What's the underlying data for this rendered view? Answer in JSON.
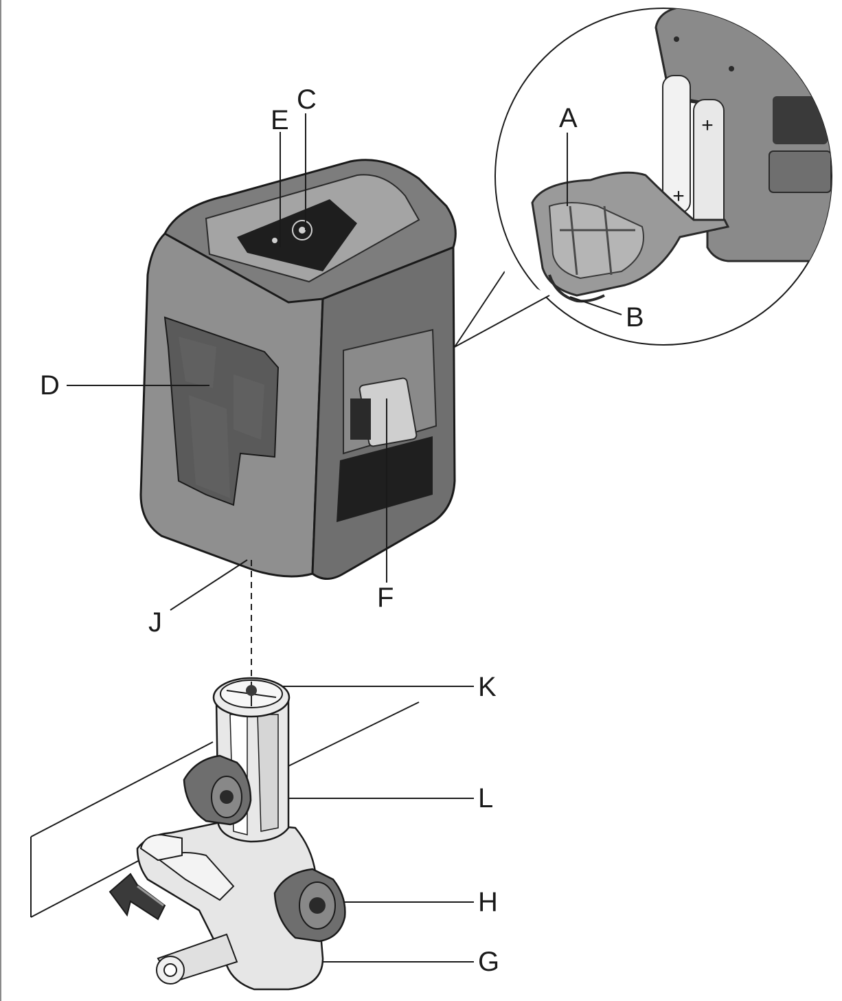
{
  "figure": {
    "callouts": {
      "A": "A",
      "B": "B",
      "C": "C",
      "D": "D",
      "E": "E",
      "F": "F",
      "G": "G",
      "H": "H",
      "J": "J",
      "K": "K",
      "L": "L"
    },
    "battery_polarity": [
      "+",
      "+"
    ],
    "colors": {
      "line": "#1a1a1a",
      "device_body": "#8f8f8f",
      "device_dark": "#3a3a3a",
      "clamp_body": "#e2e2e2",
      "knob": "#6e6e6e"
    },
    "icons": [
      "laser-level-device",
      "battery-compartment-detail",
      "wall-clamp-mount",
      "push-arrow-icon"
    ]
  }
}
